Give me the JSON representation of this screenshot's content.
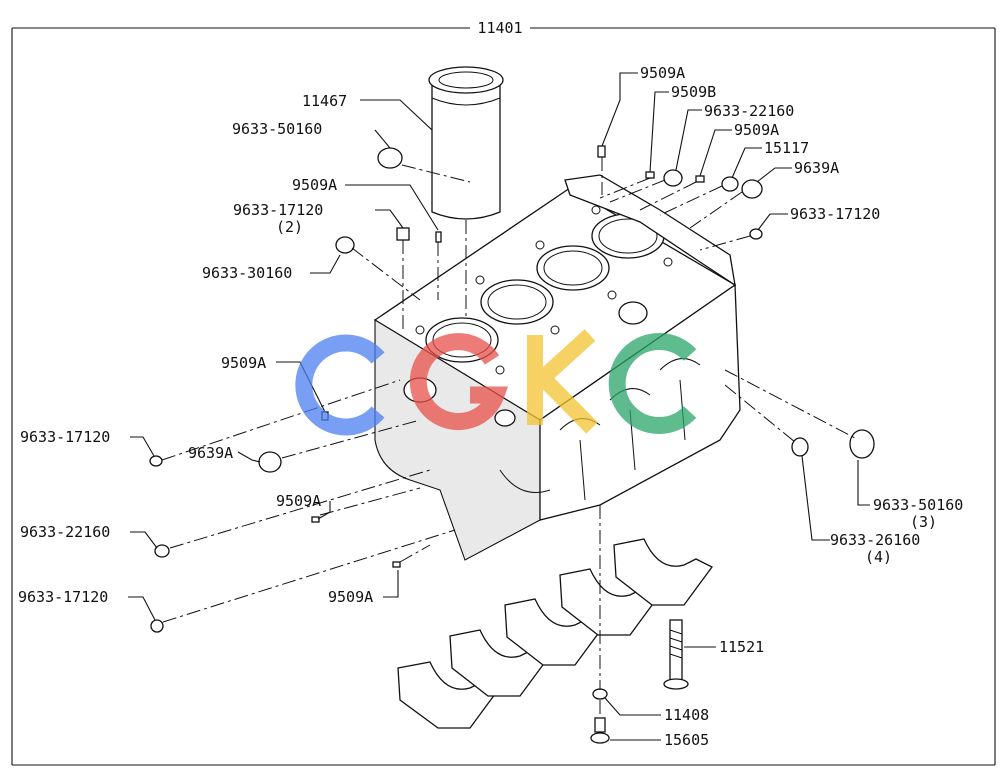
{
  "assembly_number": "11401",
  "callouts": {
    "c11467": "11467",
    "c9633_50160_top": "9633-50160",
    "c9509A_left_top": "9509A",
    "c9633_17120_left": "9633-17120",
    "c9633_17120_left_qty": "(2)",
    "c9633_30160": "9633-30160",
    "c9509A_top": "9509A",
    "c9509B": "9509B",
    "c9633_22160_top": "9633-22160",
    "c9509A_top2": "9509A",
    "c15117": "15117",
    "c9639A_right": "9639A",
    "c9633_17120_right": "9633-17120",
    "c9509A_mid_left": "9509A",
    "c9633_17120_mid_left": "9633-17120",
    "c9639A_left": "9639A",
    "c9509A_lower": "9509A",
    "c9633_22160_left": "9633-22160",
    "c9633_17120_bottom_left": "9633-17120",
    "c9509A_bottom": "9509A",
    "c9633_50160_right": "9633-50160",
    "c9633_50160_right_qty": "(3)",
    "c9633_26160": "9633-26160",
    "c9633_26160_qty": "(4)",
    "c11521": "11521",
    "c11408": "11408",
    "c15605": "15605"
  },
  "watermark": {
    "text": "CGKC",
    "colors": [
      "#4c7ff0",
      "#e8504a",
      "#f3c431",
      "#2aa56a"
    ]
  }
}
